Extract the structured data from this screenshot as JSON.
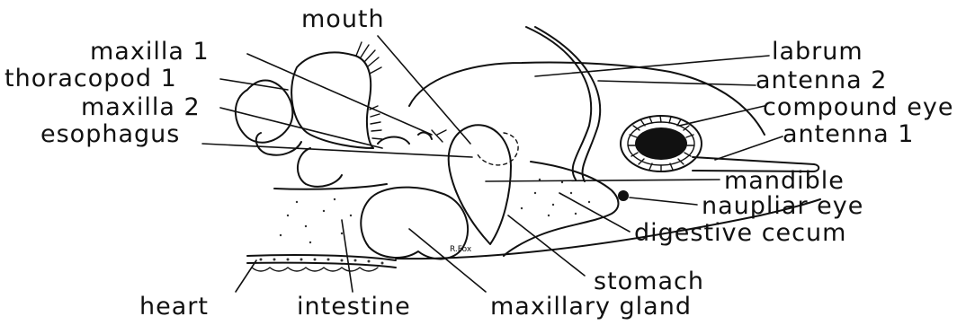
{
  "labels": {
    "mouth": "mouth",
    "maxilla1": "maxilla 1",
    "thoracopod1": "thoracopod 1",
    "maxilla2": "maxilla 2",
    "esophagus": "esophagus",
    "labrum": "labrum",
    "antenna2": "antenna 2",
    "compound_eye": "compound eye",
    "antenna1": "antenna 1",
    "mandible": "mandible",
    "naupliar_eye": "naupliar eye",
    "digestive_cecum": "digestive cecum",
    "stomach": "stomach",
    "heart": "heart",
    "intestine": "intestine",
    "maxillary_gland": "maxillary gland"
  },
  "signature": "R.Fox",
  "colors": {
    "ink": "#111111",
    "background": "#ffffff"
  }
}
